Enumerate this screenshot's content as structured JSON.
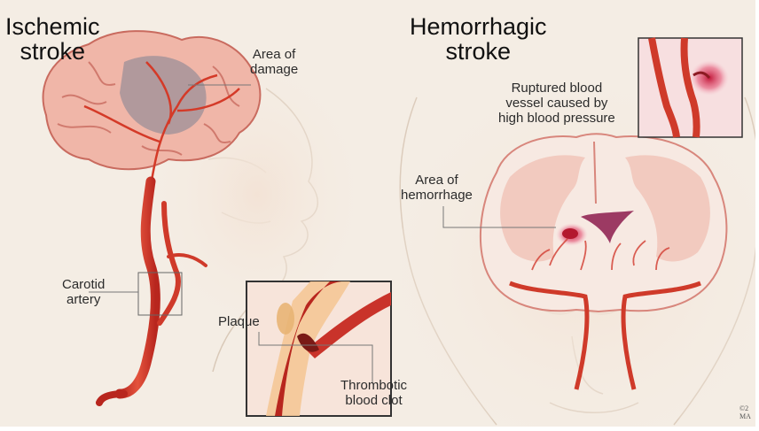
{
  "titles": {
    "ischemic": [
      "Ischemic",
      "stroke"
    ],
    "hemorrhagic": [
      "Hemorrhagic",
      "stroke"
    ]
  },
  "labels": {
    "area_damage": [
      "Area of",
      "damage"
    ],
    "carotid": [
      "Carotid",
      "artery"
    ],
    "plaque": "Plaque",
    "thrombotic": [
      "Thrombotic",
      "blood clot"
    ],
    "ruptured": [
      "Ruptured blood",
      "vessel caused by",
      "high blood pressure"
    ],
    "hemorrhage": [
      "Area of",
      "hemorrhage"
    ]
  },
  "copyright": [
    "©2",
    "MA"
  ]
}
